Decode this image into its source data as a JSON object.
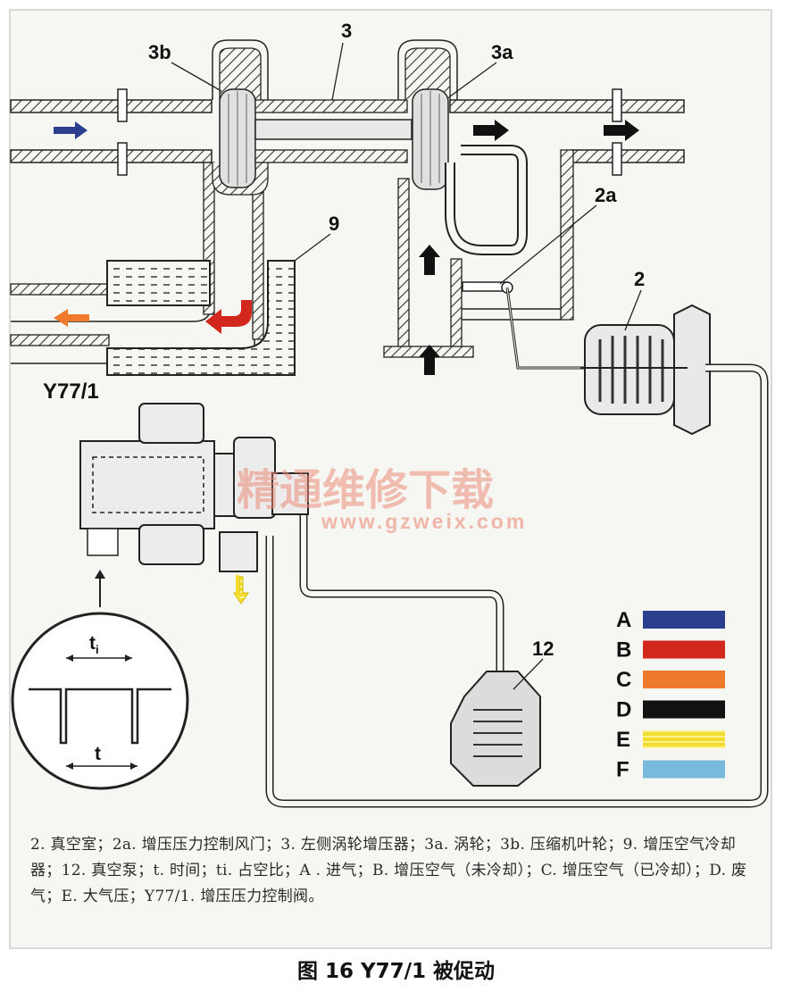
{
  "labels": {
    "l3": "3",
    "l3a": "3a",
    "l3b": "3b",
    "l2a": "2a",
    "l2": "2",
    "l9": "9",
    "ly77": "Y77/1",
    "l12": "12",
    "ti": "t",
    "ti_sub": "i",
    "t": "t"
  },
  "legend": [
    {
      "key": "A",
      "color": "#2b3f8e"
    },
    {
      "key": "B",
      "color": "#d2271c"
    },
    {
      "key": "C",
      "color": "#ef7a2c"
    },
    {
      "key": "D",
      "color": "#111111"
    },
    {
      "key": "E",
      "color": "#f3dc30"
    },
    {
      "key": "F",
      "color": "#79b9dc"
    }
  ],
  "watermark": {
    "cn": "精通维修下载",
    "url": "www.gzweix.com"
  },
  "caption": "2. 真空室；2a. 增压压力控制风门；3. 左侧涡轮增压器；3a. 涡轮；3b. 压缩机叶轮；9. 增压空气冷却器；12. 真空泵；t. 时间；ti. 占空比；A . 进气；B. 增压空气（未冷却）；C. 增压空气（已冷却）；D. 废气；E. 大气压；Y77/1. 增压压力控制阀。",
  "figure_title": "图 16 Y77/1 被促动"
}
